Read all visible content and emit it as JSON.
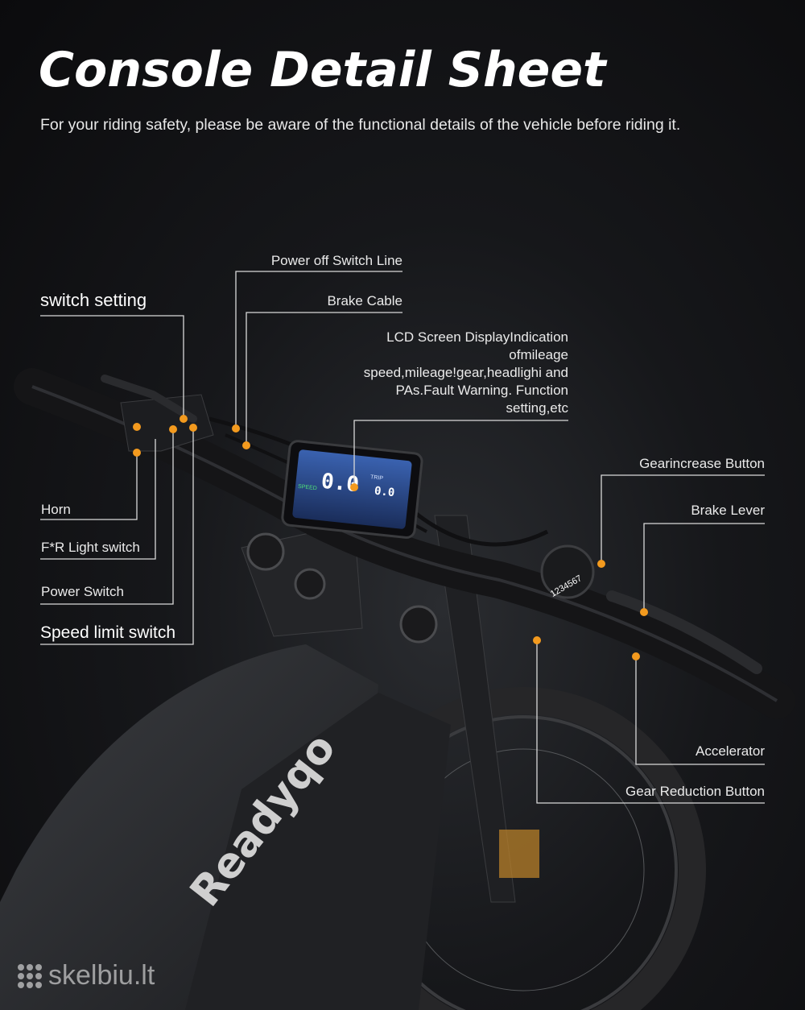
{
  "header": {
    "title": "Console Detail Sheet",
    "subtitle": "For your riding safety, please be aware of the functional details of the vehicle before riding it."
  },
  "labels": {
    "power_off_switch_line": "Power off Switch Line",
    "brake_cable": "Brake Cable",
    "switch_setting": "switch setting",
    "lcd_screen": "LCD Screen DisplayIndication ofmileage speed,mileage!gear,headlighi and PAs.Fault Warning. Function setting,etc",
    "gear_increase": "Gearincrease Button",
    "brake_lever": "Brake Lever",
    "horn": "Horn",
    "fr_light": "F*R Light switch",
    "power_switch": "Power Switch",
    "speed_limit": "Speed limit switch",
    "accelerator": "Accelerator",
    "gear_reduction": "Gear Reduction Button"
  },
  "display": {
    "speed_value": "0.0",
    "speed_label": "SPEED",
    "trip_label": "TRIP",
    "trip_value": "0.0"
  },
  "shifter": {
    "gears": "1234567"
  },
  "brand": {
    "frame_logo": "Readyqo"
  },
  "watermark": {
    "text": "skelbiu.lt"
  },
  "colors": {
    "accent_dot": "#f39a1e",
    "screen": "#2b4a8a"
  }
}
